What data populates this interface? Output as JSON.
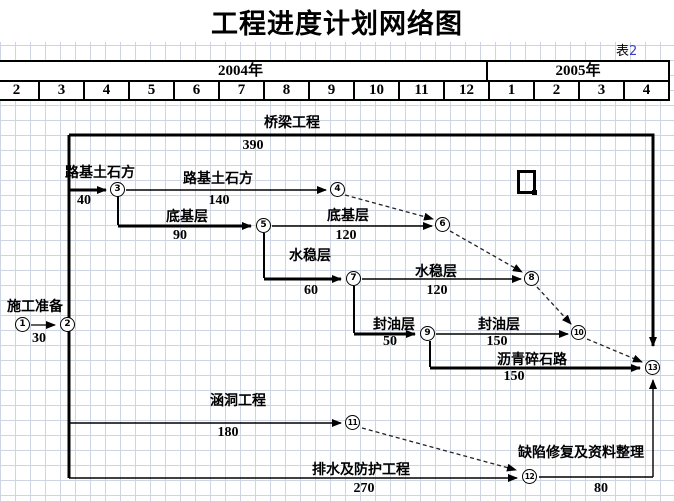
{
  "title": "工程进度计划网络图",
  "sheet_label": {
    "prefix": "表",
    "number": "2"
  },
  "timeline": {
    "years": [
      "2004年",
      "2005年"
    ],
    "months": [
      "2",
      "3",
      "4",
      "5",
      "6",
      "7",
      "8",
      "9",
      "10",
      "11",
      "12",
      "1",
      "2",
      "3",
      "4"
    ]
  },
  "diagram": {
    "summary_bar": {
      "name": "桥梁工程",
      "duration": "390"
    },
    "activities": [
      {
        "name": "施工准备",
        "duration": "30"
      },
      {
        "name": "路基土石方",
        "duration": "40"
      },
      {
        "name": "路基土石方",
        "duration": "140"
      },
      {
        "name": "底基层",
        "duration": "90"
      },
      {
        "name": "底基层",
        "duration": "120"
      },
      {
        "name": "水稳层",
        "duration": "60"
      },
      {
        "name": "水稳层",
        "duration": "120"
      },
      {
        "name": "封油层",
        "duration": "50"
      },
      {
        "name": "封油层",
        "duration": "150"
      },
      {
        "name": "沥青碎石路",
        "duration": "150"
      },
      {
        "name": "涵洞工程",
        "duration": "180"
      },
      {
        "name": "排水及防护工程",
        "duration": "270"
      },
      {
        "name": "缺陷修复及资料整理",
        "duration": "80"
      }
    ],
    "nodes": [
      "1",
      "2",
      "3",
      "4",
      "5",
      "6",
      "7",
      "8",
      "9",
      "10",
      "11",
      "12",
      "13"
    ]
  },
  "colors": {
    "grid": "#cdd5e3",
    "line": "#000000",
    "dashed_line": "#222222",
    "sheet_number": "#3b3bd0"
  }
}
